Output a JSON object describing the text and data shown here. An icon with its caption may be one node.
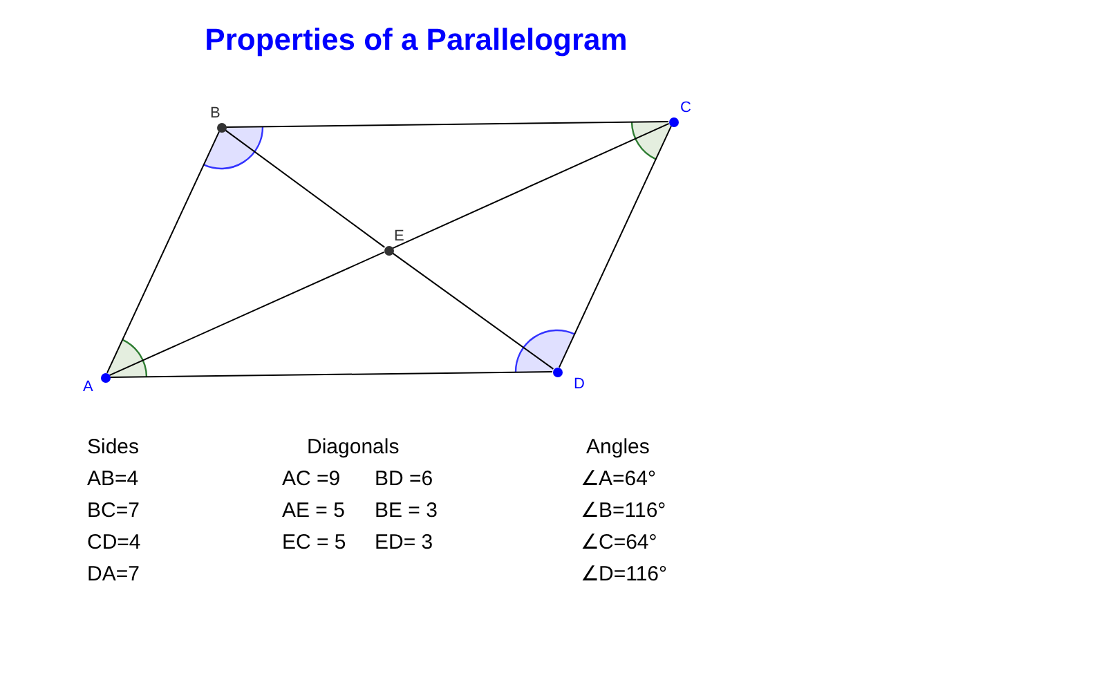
{
  "diagram": {
    "title": "Properties of a Parallelogram",
    "nodes": [
      {
        "text": [],
        "shape": "circle",
        "beside": [
          "A"
        ]
      },
      {
        "text": [],
        "shape": "circle",
        "beside": [
          "B"
        ]
      },
      {
        "text": [],
        "shape": "circle",
        "beside": [
          "C"
        ]
      },
      {
        "text": [],
        "shape": "circle",
        "beside": [
          "D"
        ]
      },
      {
        "text": [],
        "shape": "circle",
        "beside": [
          "E"
        ]
      }
    ],
    "edges": [
      {
        "from": 0,
        "to": 1,
        "arrow": "none"
      },
      {
        "from": 1,
        "to": 2,
        "arrow": "none"
      },
      {
        "from": 2,
        "to": 3,
        "arrow": "none"
      },
      {
        "from": 3,
        "to": 0,
        "arrow": "none"
      },
      {
        "from": 0,
        "to": 4,
        "arrow": "none"
      },
      {
        "from": 4,
        "to": 2,
        "arrow": "none"
      },
      {
        "from": 1,
        "to": 4,
        "arrow": "none"
      },
      {
        "from": 4,
        "to": 3,
        "arrow": "none"
      }
    ],
    "labels": [
      "Sides",
      "Diagonals",
      "Angles",
      "AB=4",
      "AC =9",
      "BD =6",
      "∠A=64°",
      "BC=7",
      "AE = 5",
      "BE = 3",
      "∠B=116°",
      "CD=4",
      "EC = 5",
      "ED= 3",
      "∠C=64°",
      "DA=7",
      "∠D=116°"
    ]
  }
}
